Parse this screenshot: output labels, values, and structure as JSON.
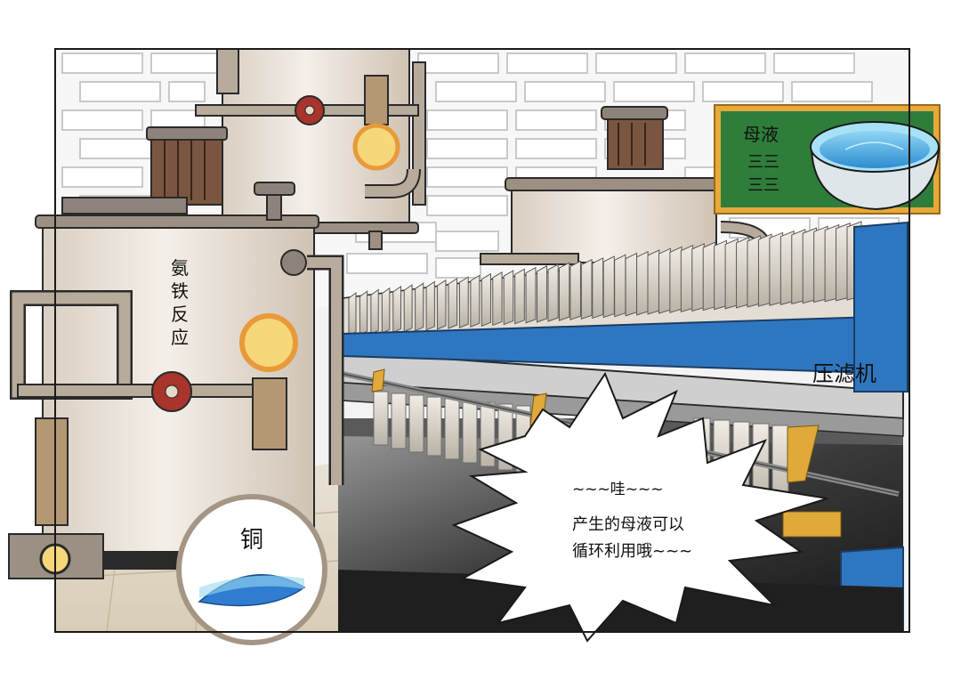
{
  "tank_label": [
    "氨",
    "铁",
    "反",
    "应"
  ],
  "press_label": "压滤机",
  "board": {
    "title": "母液",
    "lines": [
      "三三",
      "三三"
    ]
  },
  "badge_label": "铜",
  "speech": {
    "line1": "~~~哇~~~",
    "line2": "产生的母液可以",
    "line3": "循环利用哦~~~"
  },
  "colors": {
    "frame": "#1a1a1a",
    "tank": "#ede6dc",
    "pipe": "#b7ab9c",
    "valve": "#a8342c",
    "gauge": "#f6d77a",
    "press_blue": "#2e77c0",
    "board_green": "#2f7d3a",
    "board_frame": "#e6a93a",
    "water": "#45a9e0"
  }
}
